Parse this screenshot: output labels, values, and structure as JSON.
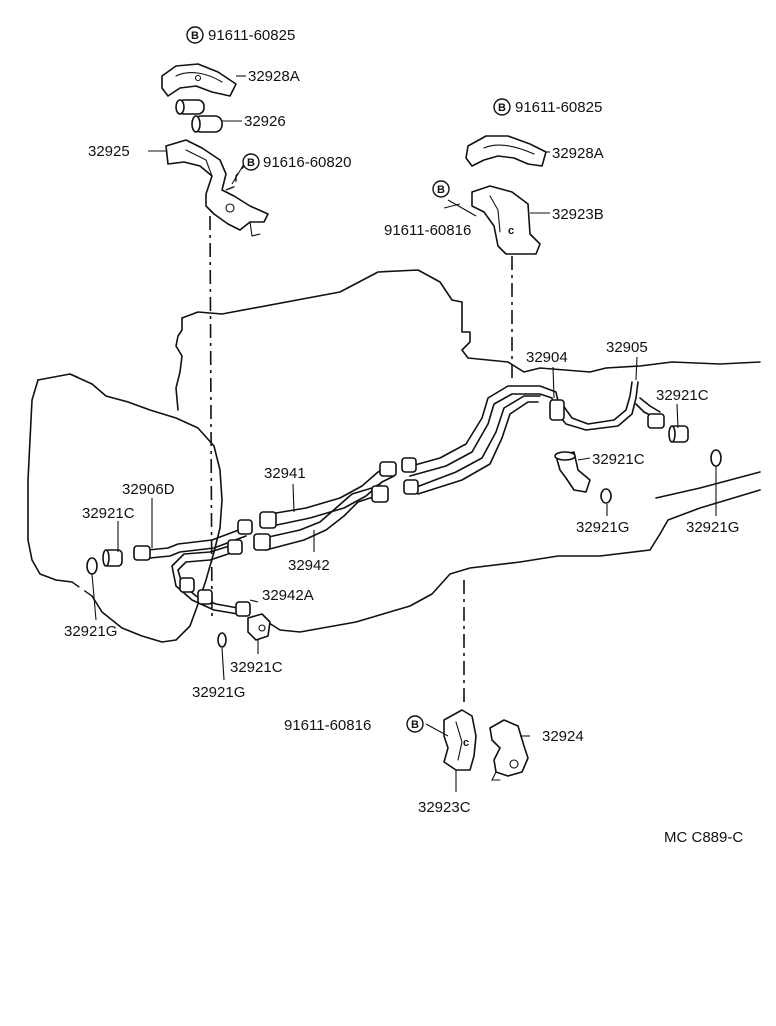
{
  "diagram": {
    "figure_code": "MC C889-C",
    "bolt_symbol": "B"
  },
  "parts": {
    "p_9161160825_top": "91611-60825",
    "p_32928A_left": "32928A",
    "p_32926": "32926",
    "p_32925": "32925",
    "p_9161660820": "91616-60820",
    "p_9161160825_right": "91611-60825",
    "p_32928A_right": "32928A",
    "p_32923B": "32923B",
    "p_9161160816_upper": "91611-60816",
    "p_32904": "32904",
    "p_32905": "32905",
    "p_32921C_right": "32921C",
    "p_32921C_elbow": "32921C",
    "p_32921G_mid": "32921G",
    "p_32921G_right": "32921G",
    "p_32941": "32941",
    "p_32906D": "32906D",
    "p_32921C_left": "32921C",
    "p_32942": "32942",
    "p_32942A": "32942A",
    "p_32921G_left": "32921G",
    "p_32921C_bottom": "32921C",
    "p_32921G_bottom": "32921G",
    "p_9161160816_lower": "91611-60816",
    "p_32924": "32924",
    "p_32923C": "32923C"
  }
}
